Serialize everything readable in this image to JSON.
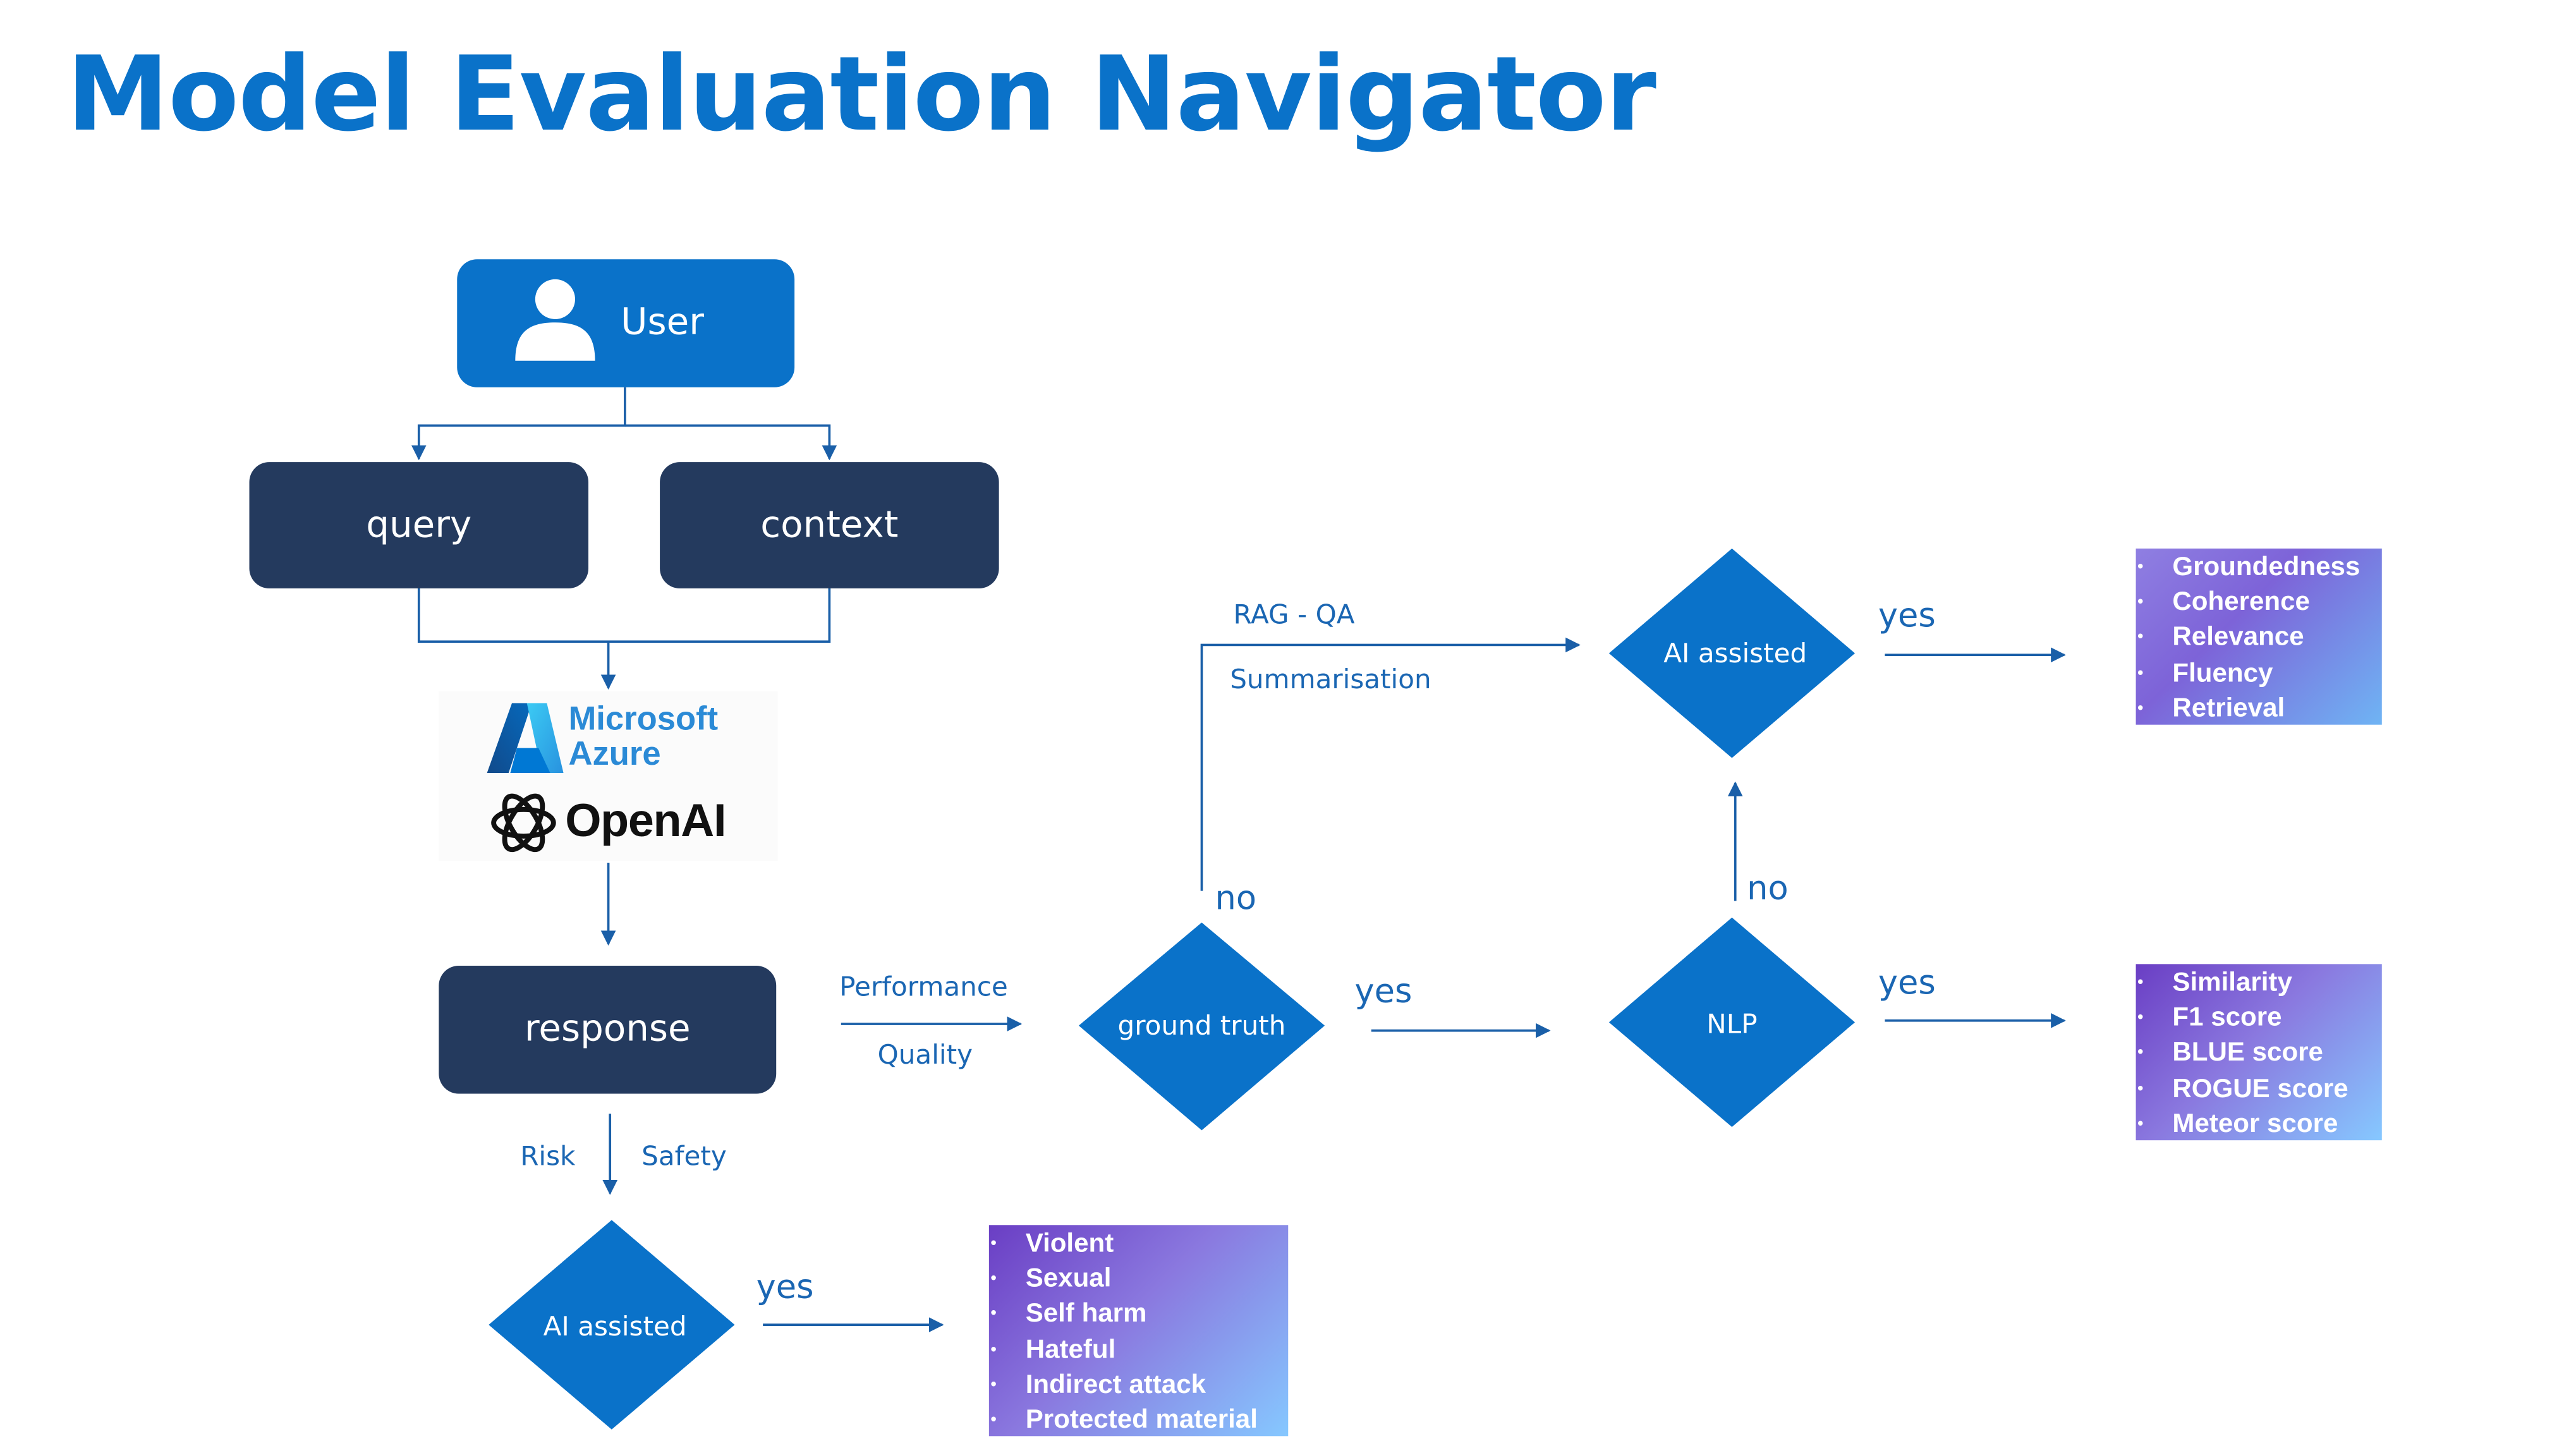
{
  "title": "Model Evaluation Navigator",
  "nodes": {
    "user": "User",
    "query": "query",
    "context": "context",
    "response": "response",
    "ground_truth": "ground truth",
    "ai_assisted_quality": "AI assisted",
    "nlp": "NLP",
    "ai_assisted_safety": "AI assisted"
  },
  "logos": {
    "azure": [
      "Microsoft",
      "Azure"
    ],
    "openai": "OpenAI"
  },
  "edge_labels": {
    "performance": "Performance",
    "quality": "Quality",
    "risk": "Risk",
    "safety": "Safety",
    "rag_qa": "RAG - QA",
    "summarisation": "Summarisation",
    "no_ground_truth": "no",
    "no_nlp": "no",
    "yes_ground_truth": "yes",
    "yes_ai_quality": "yes",
    "yes_nlp": "yes",
    "yes_ai_safety": "yes"
  },
  "metrics": {
    "ai_quality": [
      "Groundedness",
      "Coherence",
      "Relevance",
      "Fluency",
      "Retrieval"
    ],
    "nlp": [
      "Similarity",
      "F1 score",
      "BLUE score",
      "ROGUE score",
      "Meteor score"
    ],
    "safety": [
      "Violent",
      "Sexual",
      "Self harm",
      "Hateful",
      "Indirect attack",
      "Protected material"
    ]
  },
  "colors": {
    "title_blue": "#0a72c9",
    "primary_blue": "#0a72c9",
    "dark_navy": "#243a5e",
    "connector": "#1a5fa8",
    "label_blue": "#1a66b3"
  }
}
